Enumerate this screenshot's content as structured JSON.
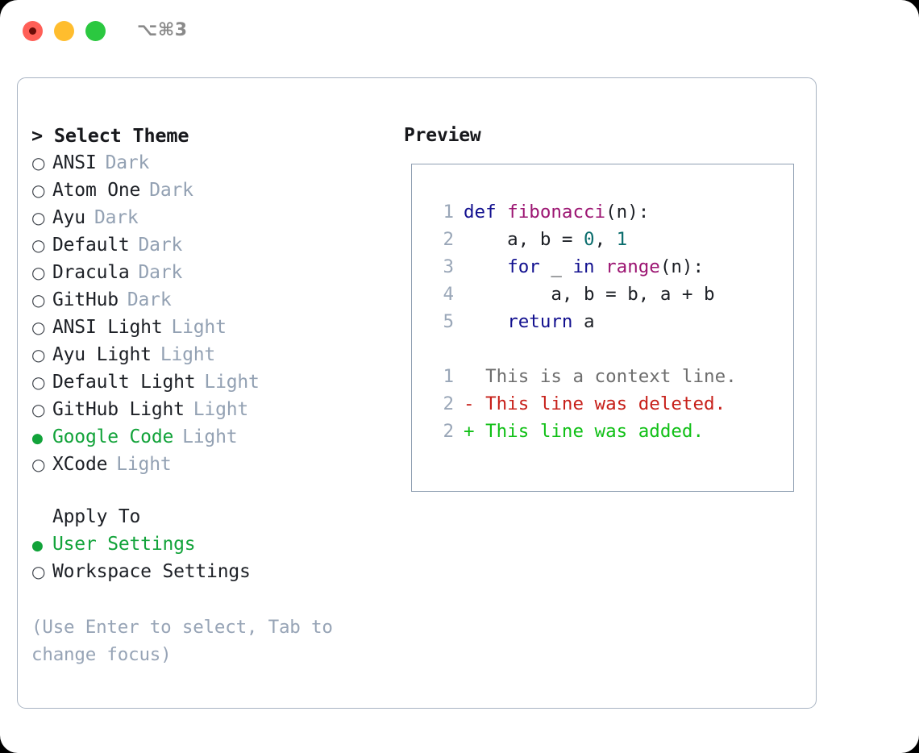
{
  "titlebar": {
    "shortcut": "⌥⌘3",
    "buttons": [
      {
        "name": "close",
        "color": "#ff5f57"
      },
      {
        "name": "minimize",
        "color": "#ffbd2e"
      },
      {
        "name": "maximize",
        "color": "#2bc840"
      }
    ]
  },
  "left": {
    "header": "> Select Theme",
    "themes": [
      {
        "bullet": "○",
        "name": "ANSI",
        "tag": "Dark",
        "selected": false
      },
      {
        "bullet": "○",
        "name": "Atom One",
        "tag": "Dark",
        "selected": false
      },
      {
        "bullet": "○",
        "name": "Ayu",
        "tag": "Dark",
        "selected": false
      },
      {
        "bullet": "○",
        "name": "Default",
        "tag": "Dark",
        "selected": false
      },
      {
        "bullet": "○",
        "name": "Dracula",
        "tag": "Dark",
        "selected": false
      },
      {
        "bullet": "○",
        "name": "GitHub",
        "tag": "Dark",
        "selected": false
      },
      {
        "bullet": "○",
        "name": "ANSI Light",
        "tag": "Light",
        "selected": false
      },
      {
        "bullet": "○",
        "name": "Ayu Light",
        "tag": "Light",
        "selected": false
      },
      {
        "bullet": "○",
        "name": "Default Light",
        "tag": "Light",
        "selected": false
      },
      {
        "bullet": "○",
        "name": "GitHub Light",
        "tag": "Light",
        "selected": false
      },
      {
        "bullet": "●",
        "name": "Google Code",
        "tag": "Light",
        "selected": true
      },
      {
        "bullet": "○",
        "name": "XCode",
        "tag": "Light",
        "selected": false
      }
    ],
    "apply_header": "Apply To",
    "apply_options": [
      {
        "bullet": "●",
        "name": "User Settings",
        "selected": true
      },
      {
        "bullet": "○",
        "name": "Workspace Settings",
        "selected": false
      }
    ],
    "hint": "(Use Enter to select, Tab to change focus)"
  },
  "preview": {
    "title": "Preview",
    "code": [
      {
        "num": "1",
        "tokens": [
          {
            "t": "def ",
            "c": "t-kw"
          },
          {
            "t": "fibonacci",
            "c": "t-fn"
          },
          {
            "t": "(n):",
            "c": "t-txt"
          }
        ]
      },
      {
        "num": "2",
        "tokens": [
          {
            "t": "    a, b = ",
            "c": "t-txt"
          },
          {
            "t": "0",
            "c": "t-num"
          },
          {
            "t": ", ",
            "c": "t-txt"
          },
          {
            "t": "1",
            "c": "t-num"
          }
        ]
      },
      {
        "num": "3",
        "tokens": [
          {
            "t": "    ",
            "c": "t-txt"
          },
          {
            "t": "for",
            "c": "t-kw"
          },
          {
            "t": " _ ",
            "c": "t-txt"
          },
          {
            "t": "in",
            "c": "t-kw"
          },
          {
            "t": " ",
            "c": "t-txt"
          },
          {
            "t": "range",
            "c": "t-fn"
          },
          {
            "t": "(n):",
            "c": "t-txt"
          }
        ]
      },
      {
        "num": "4",
        "tokens": [
          {
            "t": "        a, b = b, a + b",
            "c": "t-txt"
          }
        ]
      },
      {
        "num": "5",
        "tokens": [
          {
            "t": "    ",
            "c": "t-txt"
          },
          {
            "t": "return",
            "c": "t-kw"
          },
          {
            "t": " a",
            "c": "t-txt"
          }
        ]
      }
    ],
    "diff": [
      {
        "num": "1",
        "marker": "  ",
        "text": "This is a context line.",
        "c": "t-ctx"
      },
      {
        "num": "2",
        "marker": "- ",
        "text": "This line was deleted.",
        "c": "t-del"
      },
      {
        "num": "2",
        "marker": "+ ",
        "text": "This line was added.",
        "c": "t-add"
      }
    ]
  },
  "colors": {
    "accent_green": "#12a33a",
    "tag_gray": "#93a1b3",
    "border": "#a8b3c2",
    "keyword": "#12108f",
    "function": "#9c1572",
    "number": "#0b6d6d",
    "diff_deleted": "#c7201a",
    "diff_added": "#11c017"
  }
}
